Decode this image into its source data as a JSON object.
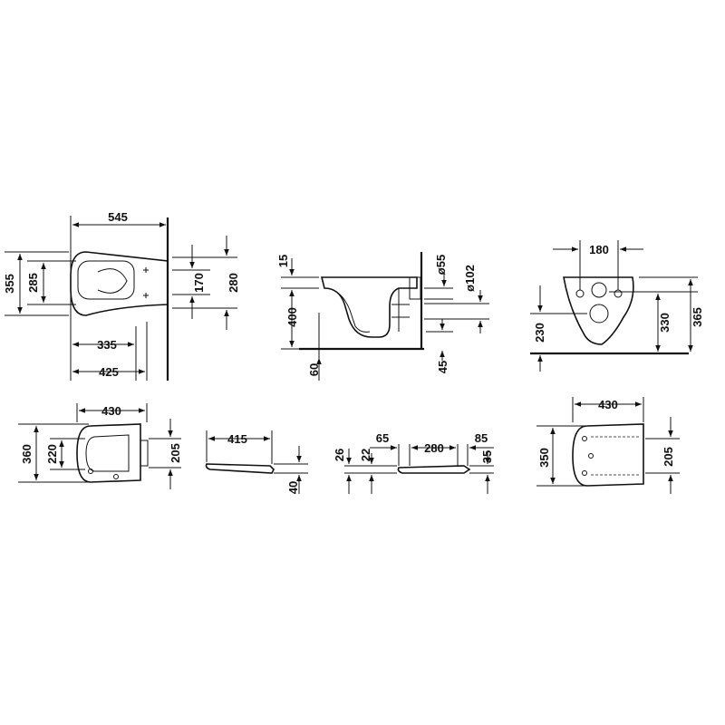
{
  "views": {
    "top": {
      "overall_depth": "545",
      "bowl_depth": "335",
      "rim_depth": "425",
      "overall_width": "355",
      "inner_width": "285",
      "bolt_spacing": "170",
      "wall_width": "280"
    },
    "side": {
      "top_offset": "15",
      "height": "400",
      "floor_gap": "60",
      "inlet_dia": "ø55",
      "outlet_dia": "ø102",
      "outlet_height": "45"
    },
    "front": {
      "bolt_spacing": "180",
      "bottom_height": "230",
      "inlet_height": "330",
      "top_height": "365"
    },
    "seat_top": {
      "width": "430",
      "length": "360",
      "inner_length": "220",
      "hinge_span": "205"
    },
    "seat_side": {
      "length": "415",
      "height": "40"
    },
    "seat_profile": {
      "front_height": "26",
      "mid_height": "22",
      "front_offset": "65",
      "mid_length": "280",
      "rear_offset": "85",
      "rear_height": "35"
    },
    "cover_top": {
      "width": "430",
      "length": "350",
      "hinge_span": "205"
    }
  }
}
